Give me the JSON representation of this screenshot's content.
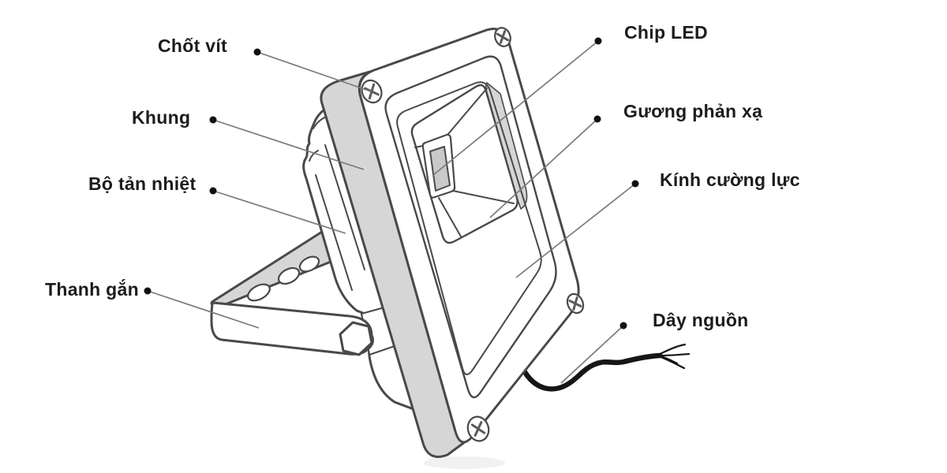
{
  "diagram": {
    "subject": "LED floodlight exploded-view part diagram",
    "language": "Vietnamese"
  },
  "labels": {
    "chot_vit": {
      "text": "Chốt vít"
    },
    "khung": {
      "text": "Khung"
    },
    "bo_tan_nhiet": {
      "text": "Bộ tản nhiệt"
    },
    "thanh_gan": {
      "text": "Thanh gắn"
    },
    "chip_led": {
      "text": "Chip LED"
    },
    "guong_phan_xa": {
      "text": "Gương phản xạ"
    },
    "kinh_cuong_luc": {
      "text": "Kính cường lực"
    },
    "day_nguon": {
      "text": "Dây nguồn"
    }
  },
  "colors": {
    "background": "#ffffff",
    "ink": "#1c1c1c",
    "line": "#494949",
    "shade": "#d6d6d6",
    "chip_shade": "#c9c9c9",
    "leader": "#7a7a7a",
    "cable": "#161616"
  }
}
